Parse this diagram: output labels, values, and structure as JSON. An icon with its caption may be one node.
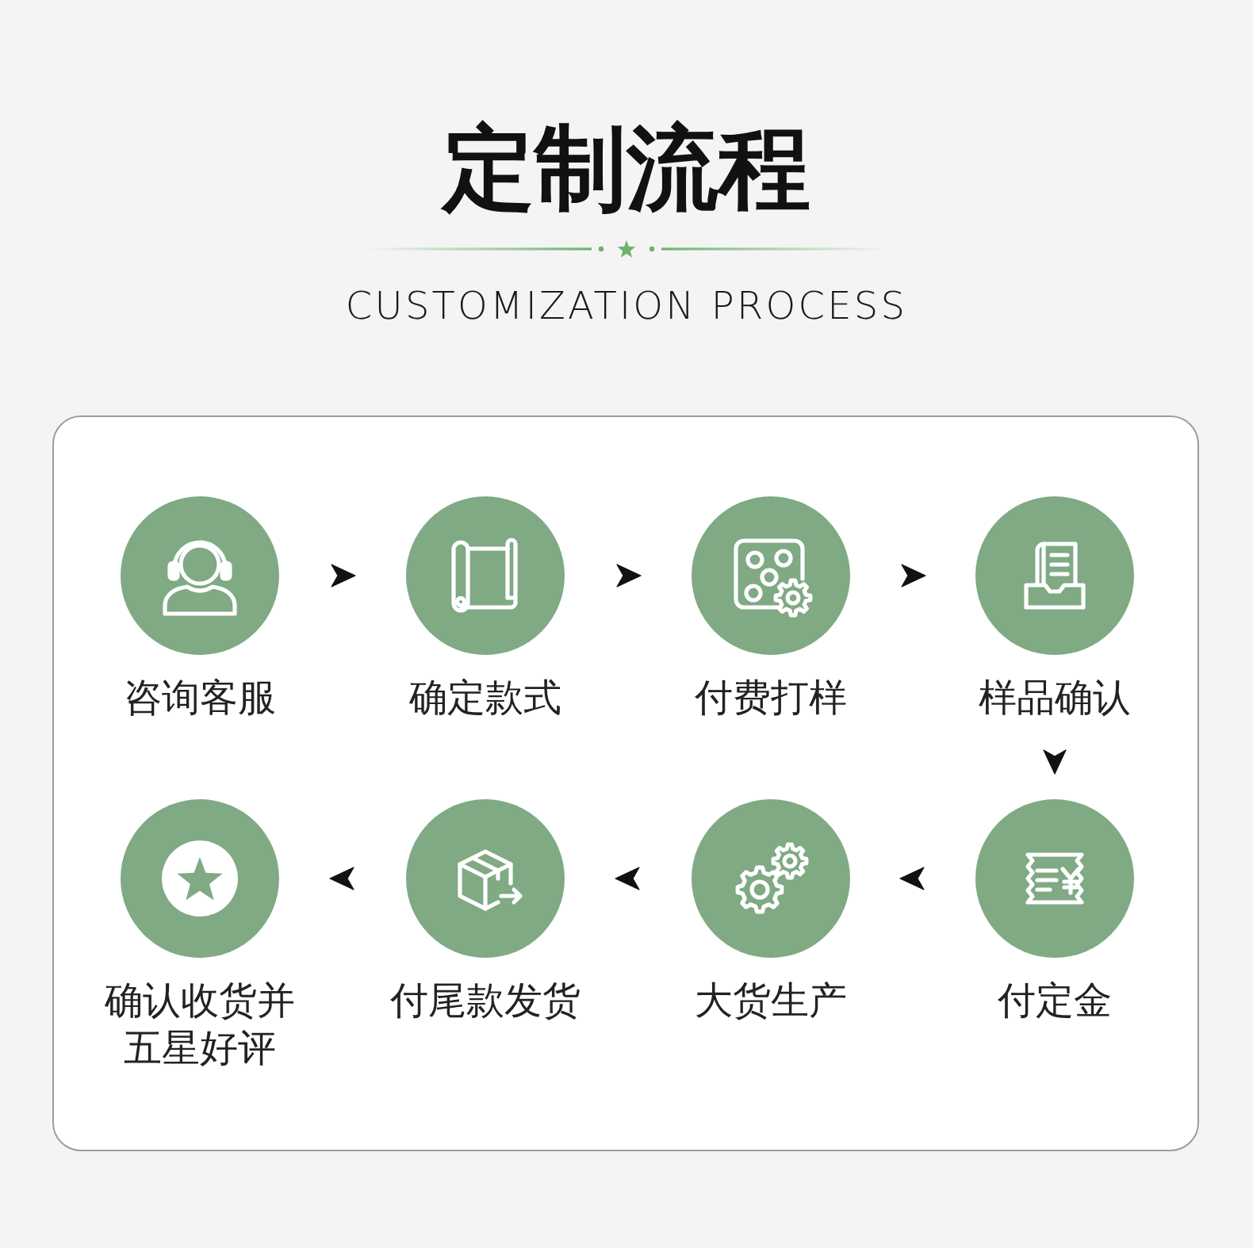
{
  "diagram": {
    "title": "定制流程",
    "nodes": [
      {
        "text": [
          "咨询客服"
        ]
      },
      {
        "text": [
          "确定款式"
        ]
      },
      {
        "text": [
          "付费打样"
        ]
      },
      {
        "text": [
          "样品确认"
        ]
      },
      {
        "text": [
          "确认收货并五星好评"
        ]
      },
      {
        "text": [
          "付尾款发货"
        ]
      },
      {
        "text": [
          "大货生产"
        ]
      },
      {
        "text": [
          "付定金"
        ]
      }
    ],
    "edges": [
      {
        "from": 0,
        "to": 1,
        "arrow": "to"
      },
      {
        "from": 1,
        "to": 2,
        "arrow": "to"
      },
      {
        "from": 2,
        "to": 3,
        "arrow": "to"
      },
      {
        "from": 3,
        "to": 7,
        "arrow": "to"
      },
      {
        "from": 7,
        "to": 6,
        "arrow": "to"
      },
      {
        "from": 6,
        "to": 5,
        "arrow": "to"
      },
      {
        "from": 5,
        "to": 4,
        "arrow": "to"
      }
    ],
    "labels": [
      "CUSTOMIZATION PROCESS"
    ]
  }
}
